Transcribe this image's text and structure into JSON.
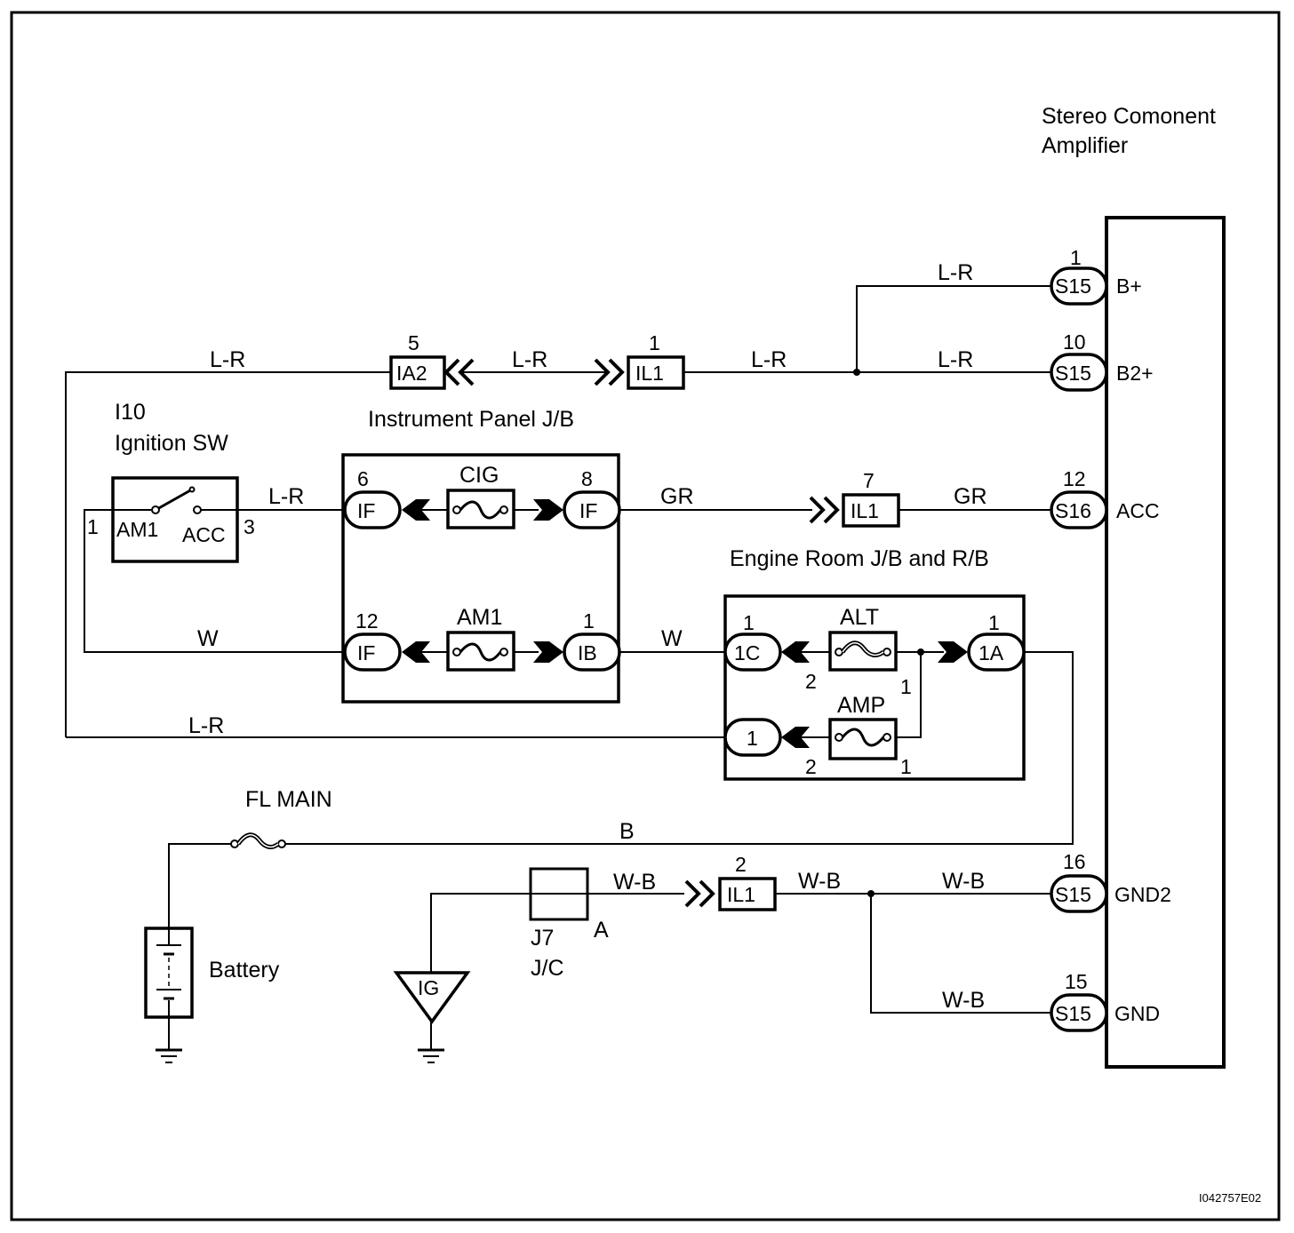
{
  "diagram": {
    "id_code": "I042757E02",
    "components": {
      "amplifier": {
        "title_line1": "Stereo Comonent",
        "title_line2": "Amplifier",
        "terminals": [
          {
            "pin": "1",
            "connector": "S15",
            "name": "B+",
            "wire": "L-R"
          },
          {
            "pin": "10",
            "connector": "S15",
            "name": "B2+",
            "wire": "L-R"
          },
          {
            "pin": "12",
            "connector": "S16",
            "name": "ACC",
            "wire": "GR"
          },
          {
            "pin": "16",
            "connector": "S15",
            "name": "GND2",
            "wire": "W-B"
          },
          {
            "pin": "15",
            "connector": "S15",
            "name": "GND",
            "wire": "W-B"
          }
        ]
      },
      "ignition_sw": {
        "code": "I10",
        "name": "Ignition SW",
        "terminal_am1": "AM1",
        "terminal_acc": "ACC",
        "pin_left": "1",
        "pin_right": "3"
      },
      "instrument_panel_jb": {
        "name": "Instrument Panel J/B",
        "fuse_top": "CIG",
        "fuse_bottom": "AM1",
        "conn_top_left": {
          "pin": "6",
          "connector": "IF"
        },
        "conn_top_right": {
          "pin": "8",
          "connector": "IF"
        },
        "conn_bot_left": {
          "pin": "12",
          "connector": "IF"
        },
        "conn_bot_right": {
          "pin": "1",
          "connector": "IB"
        }
      },
      "engine_room_jb": {
        "name": "Engine Room J/B and R/B",
        "fuse_top": "ALT",
        "fuse_bottom": "AMP",
        "conn_top_left": {
          "pin": "1",
          "connector": "1C"
        },
        "conn_top_right": {
          "pin": "1",
          "connector": "1A"
        },
        "conn_bot_left": {
          "connector": "1"
        },
        "alt_pin_left": "2",
        "alt_pin_right": "1",
        "amp_pin_left": "2",
        "amp_pin_right": "1"
      },
      "connectors_inline": {
        "ia2": {
          "pin": "5",
          "name": "IA2"
        },
        "il1_top": {
          "pin": "1",
          "name": "IL1"
        },
        "il1_mid": {
          "pin": "7",
          "name": "IL1"
        },
        "il1_bot": {
          "pin": "2",
          "name": "IL1"
        }
      },
      "fl_main": "FL MAIN",
      "battery": "Battery",
      "junction_connector": {
        "code": "J7",
        "name": "J/C",
        "pin": "A"
      },
      "ground_point": "IG"
    },
    "wires": {
      "top_left": "L-R",
      "ia2_il1": "L-R",
      "il1_split": "L-R",
      "b_plus": "L-R",
      "b2_plus": "L-R",
      "ign_to_jb": "L-R",
      "gr_left": "GR",
      "gr_right": "GR",
      "w_left": "W",
      "w_right": "W",
      "lr_bottom": "L-R",
      "b_main": "B",
      "wb_left": "W-B",
      "wb_mid": "W-B",
      "wb_gnd2": "W-B",
      "wb_gnd": "W-B"
    }
  }
}
